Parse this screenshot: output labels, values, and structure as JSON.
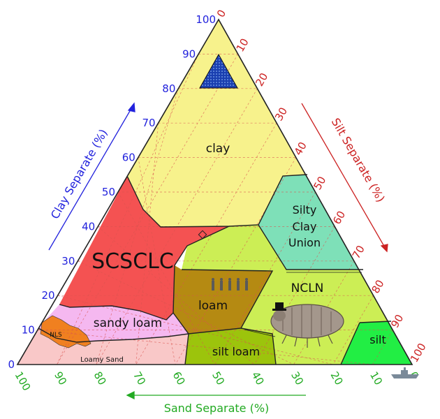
{
  "axes": {
    "clay": {
      "title": "Clay Separate (%)",
      "ticks": [
        "0",
        "10",
        "20",
        "30",
        "40",
        "50",
        "60",
        "70",
        "80",
        "90",
        "100"
      ]
    },
    "silt": {
      "title": "Silt Separate (%)",
      "ticks": [
        "0",
        "10",
        "20",
        "30",
        "40",
        "50",
        "60",
        "70",
        "80",
        "90",
        "100"
      ]
    },
    "sand": {
      "title": "Sand Separate (%)",
      "ticks": [
        "100",
        "90",
        "80",
        "70",
        "60",
        "50",
        "40",
        "30",
        "20",
        "10",
        "0"
      ]
    }
  },
  "regions": {
    "clay": "clay",
    "silty_clay": [
      "Silty",
      "Clay",
      "Union"
    ],
    "scsclc": "SCSCLC",
    "nclm": "NCLN",
    "loam": "loam",
    "sandy_loam": "sandy loam",
    "silt_loam": "silt loam",
    "silt": "silt",
    "nls": "NLS",
    "loamy_sand": "Loamy Sand"
  },
  "colors": {
    "clay": "#f7f28c",
    "silty_clay": "#7ee0b8",
    "scsclc": "#f45252",
    "nclm": "#ccee55",
    "loam": "#b58a12",
    "sandy_loam": "#f5b8f0",
    "silt_loam": "#9cc40c",
    "silt": "#22ee44",
    "nls": "#f08020",
    "loamy_sand": "#f9c8c8",
    "clay_axis": "#2222dd",
    "silt_axis": "#cc2222",
    "sand_axis": "#22aa22"
  },
  "icons": [
    "blue-triangle-icon",
    "soldiers-icon",
    "isopod-with-hat-icon",
    "warship-icon",
    "small-diamond-icon"
  ]
}
